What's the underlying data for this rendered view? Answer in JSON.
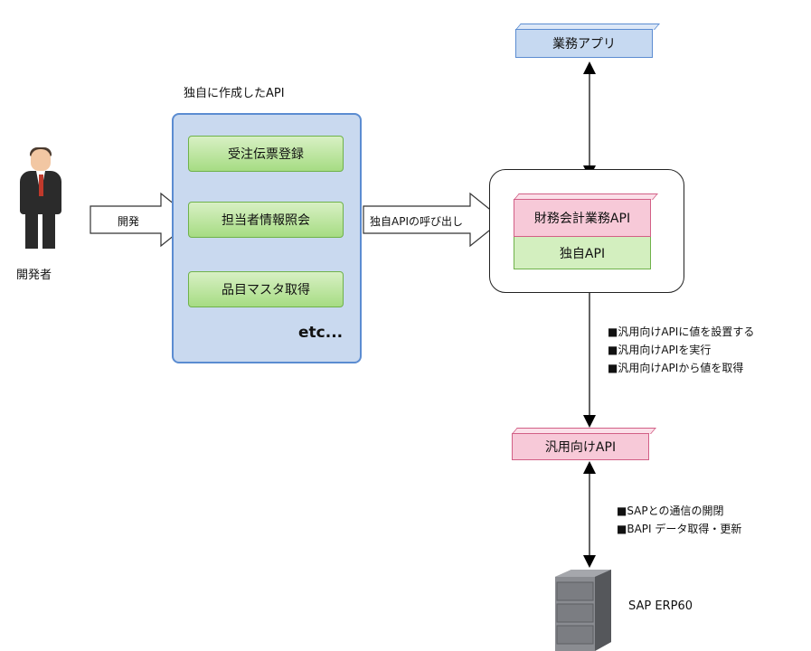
{
  "developer": {
    "label": "開発者"
  },
  "dev_arrow": {
    "label": "開発"
  },
  "custom_api": {
    "title": "独自に作成したAPI",
    "items": [
      "受注伝票登録",
      "担当者情報照会",
      "品目マスタ取得"
    ],
    "etc": "etc..."
  },
  "call_arrow": {
    "label": "独自APIの呼び出し"
  },
  "business_app": {
    "label": "業務アプリ"
  },
  "finance_api": {
    "label": "財務会計業務API"
  },
  "own_api": {
    "label": "独自API"
  },
  "generic_api": {
    "label": "汎用向けAPI"
  },
  "notes_upper": [
    "■汎用向けAPIに値を設置する",
    "■汎用向けAPIを実行",
    "■汎用向けAPIから値を取得"
  ],
  "notes_lower": [
    "■SAPとの通信の開閉",
    "■BAPI データ取得・更新"
  ],
  "server": {
    "label": "SAP ERP60"
  }
}
